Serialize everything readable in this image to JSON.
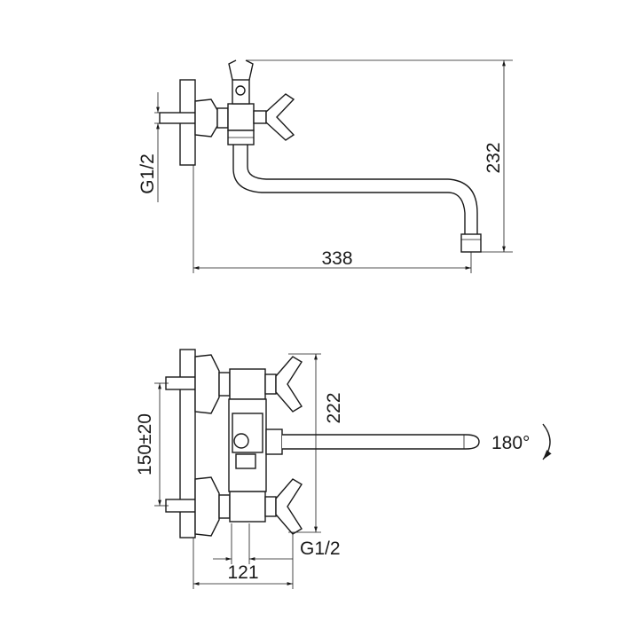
{
  "dimensions": {
    "top_width": "338",
    "top_height": "232",
    "top_thread": "G1/2",
    "bottom_height": "222",
    "bottom_spacing": "150±20",
    "bottom_thread": "G1/2",
    "bottom_depth": "121",
    "rotation": "180°"
  }
}
